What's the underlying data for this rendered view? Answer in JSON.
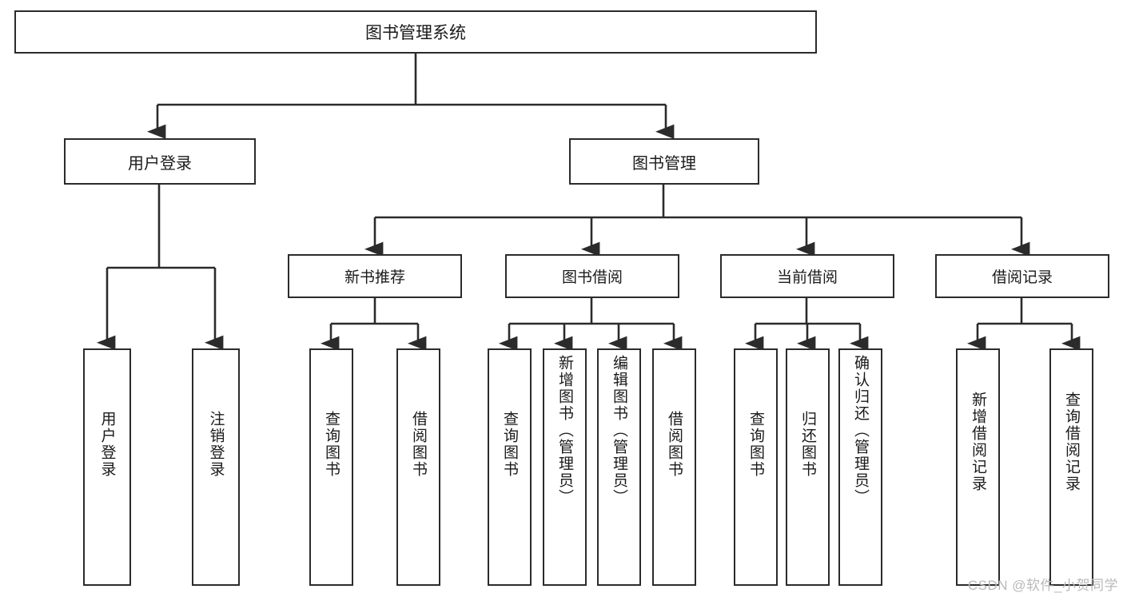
{
  "diagram": {
    "type": "tree-hierarchy-diagram",
    "title": "图书管理系统",
    "root": {
      "label": "图书管理系统"
    },
    "level2": [
      {
        "label": "用户登录"
      },
      {
        "label": "图书管理"
      }
    ],
    "level3": [
      {
        "label": "新书推荐"
      },
      {
        "label": "图书借阅"
      },
      {
        "label": "当前借阅"
      },
      {
        "label": "借阅记录"
      }
    ],
    "leaves": {
      "user_login": [
        {
          "label": "用户登录"
        },
        {
          "label": "注销登录"
        }
      ],
      "new_book_recommend": [
        {
          "label": "查询图书"
        },
        {
          "label": "借阅图书"
        }
      ],
      "book_borrow": [
        {
          "label": "查询图书"
        },
        {
          "label": "新增图书（管理员）"
        },
        {
          "label": "编辑图书（管理员）"
        },
        {
          "label": "借阅图书"
        }
      ],
      "current_borrow": [
        {
          "label": "查询图书"
        },
        {
          "label": "归还图书"
        },
        {
          "label": "确认归还（管理员）"
        }
      ],
      "borrow_record": [
        {
          "label": "新增借阅记录"
        },
        {
          "label": "查询借阅记录"
        }
      ]
    },
    "watermark": "CSDN @软件_小贺同学",
    "colors": {
      "stroke": "#2b2b2b",
      "fill": "#ffffff",
      "text": "#1a1a1a",
      "watermark": "#b9b9b9"
    }
  }
}
